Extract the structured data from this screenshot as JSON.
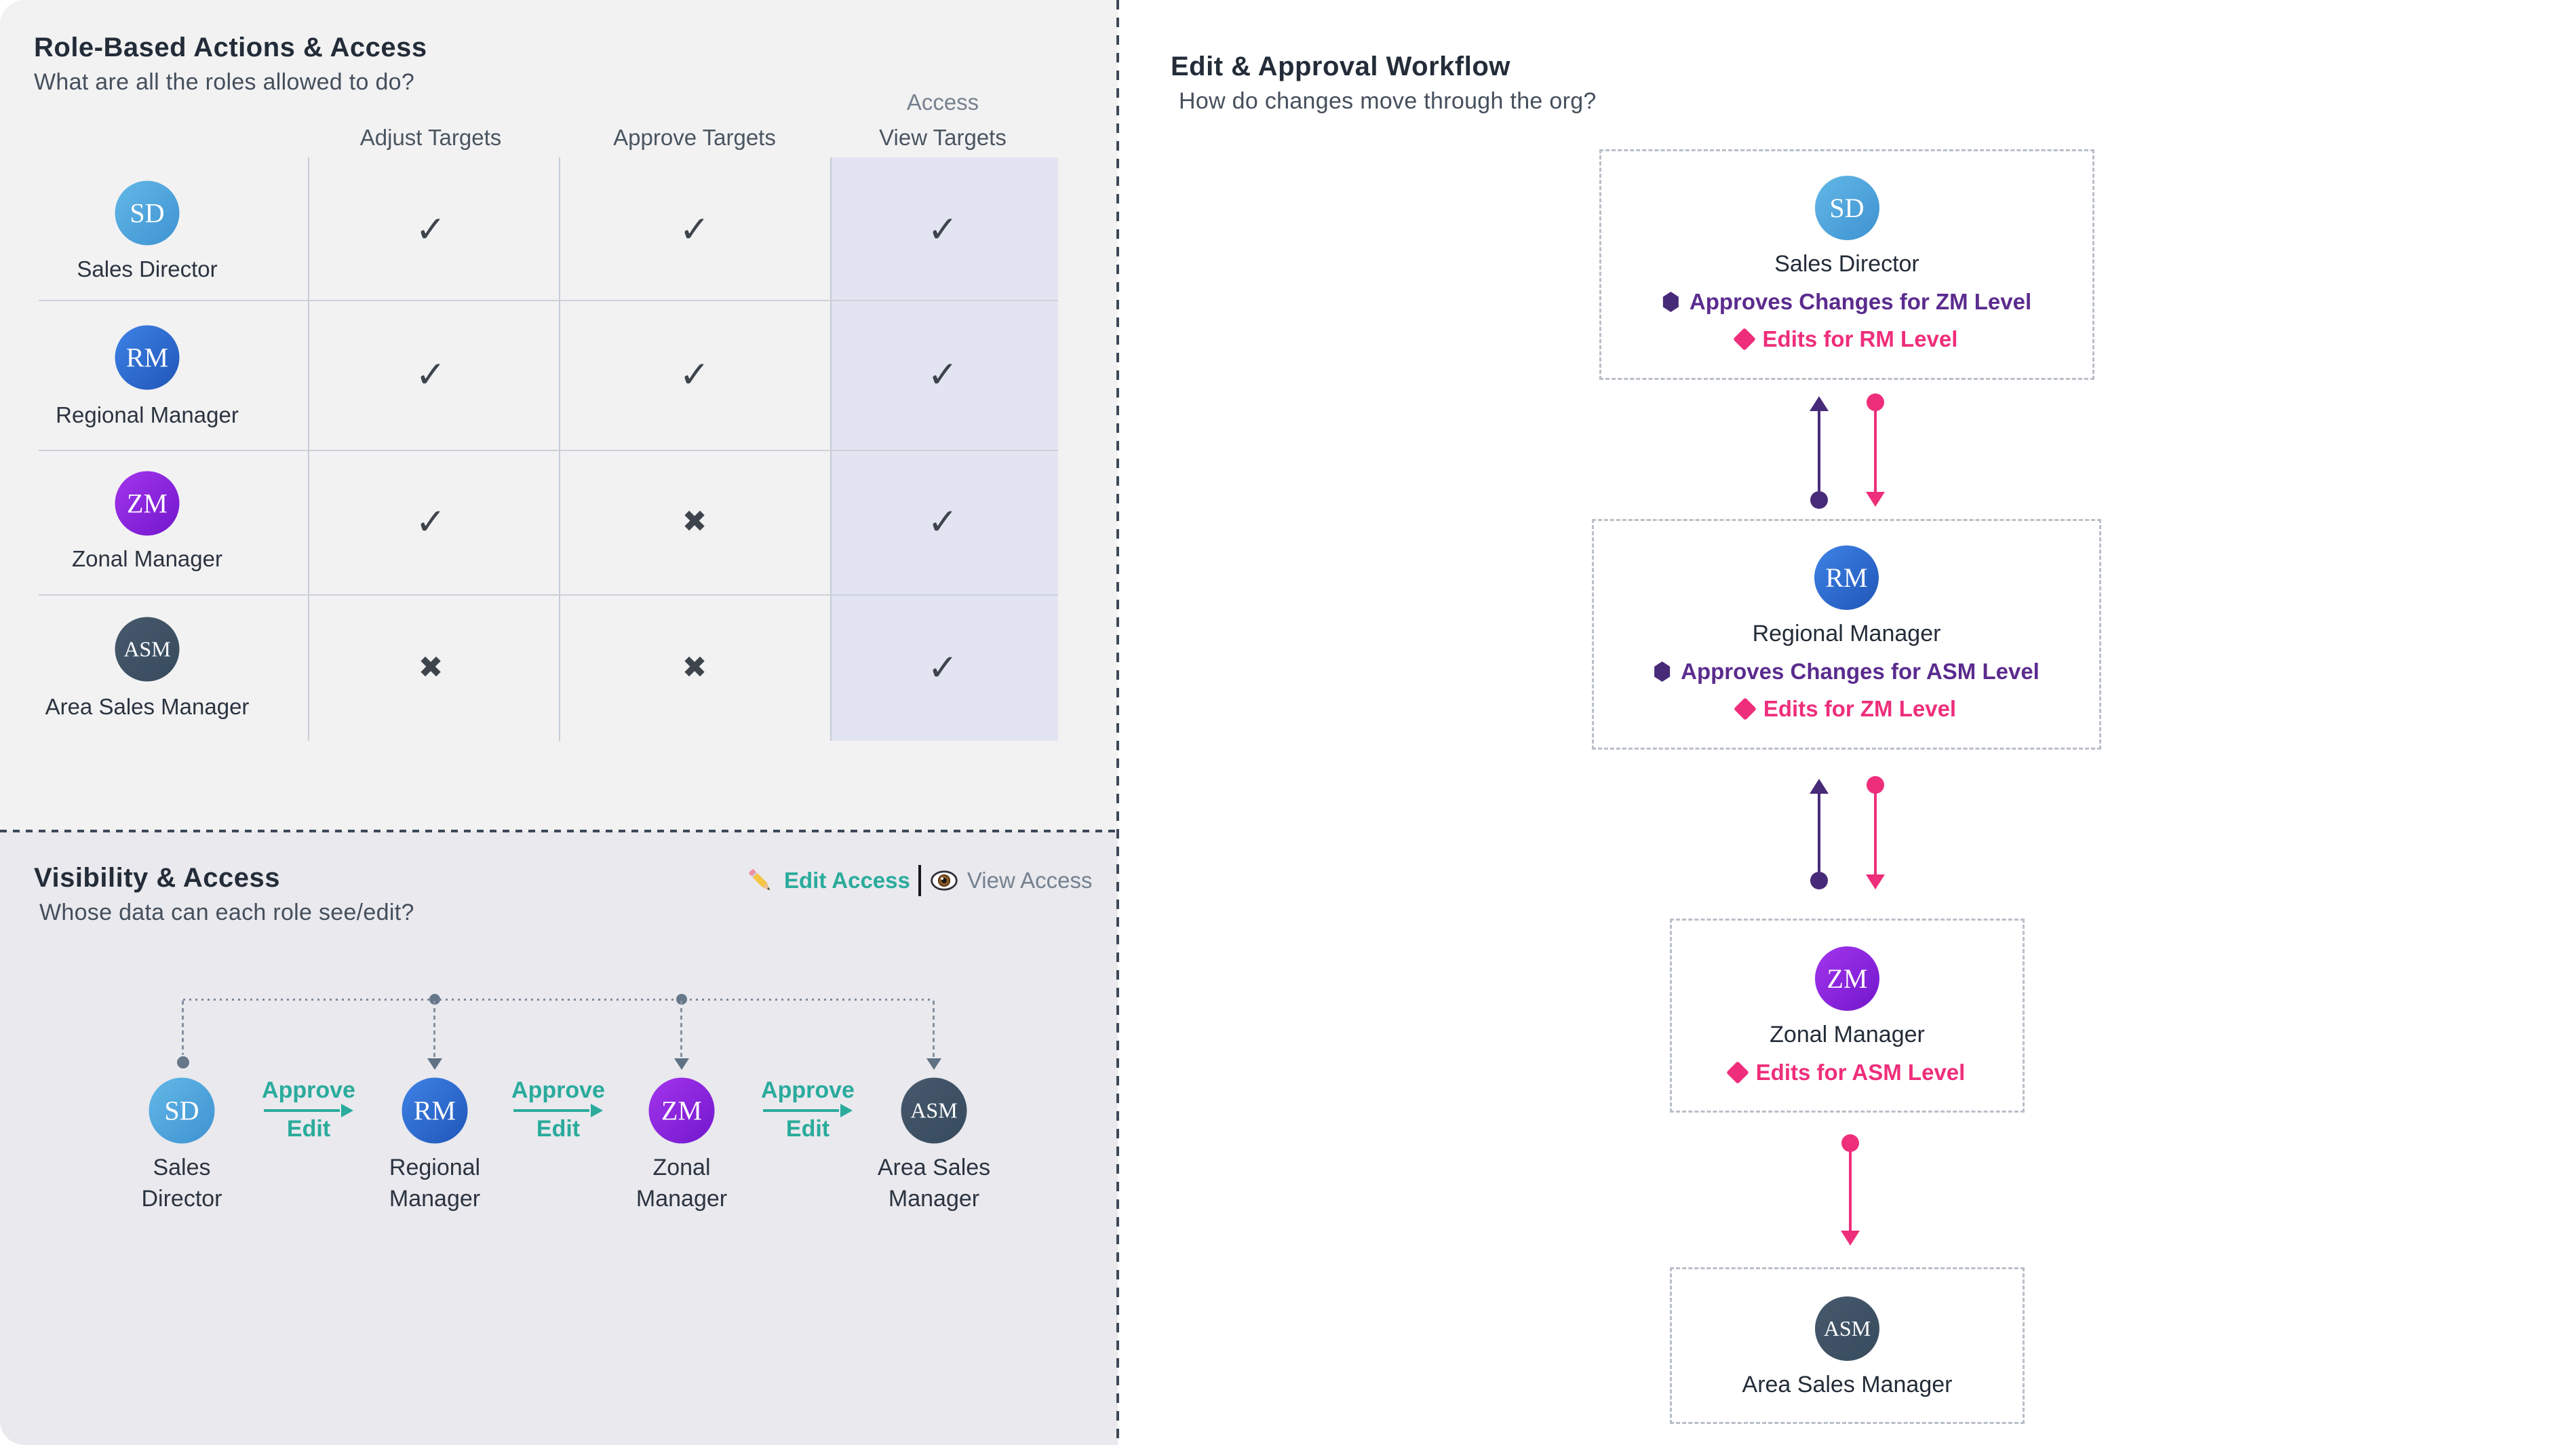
{
  "matrix": {
    "title": "Role-Based Actions & Access",
    "subtitle": "What are all the roles allowed to do?",
    "access_group_label": "Access",
    "columns": [
      "Adjust Targets",
      "Approve Targets",
      "View Targets"
    ],
    "rows": [
      {
        "initials": "SD",
        "label": "Sales Director",
        "adjust": "✓",
        "approve": "✓",
        "view": "✓"
      },
      {
        "initials": "RM",
        "label": "Regional Manager",
        "adjust": "✓",
        "approve": "✓",
        "view": "✓"
      },
      {
        "initials": "ZM",
        "label": "Zonal Manager",
        "adjust": "✓",
        "approve": "✖",
        "view": "✓"
      },
      {
        "initials": "ASM",
        "label": "Area Sales Manager",
        "adjust": "✖",
        "approve": "✖",
        "view": "✓"
      }
    ]
  },
  "visibility": {
    "title": "Visibility & Access",
    "subtitle": "Whose data can each role see/edit?",
    "legend": {
      "edit": "Edit Access",
      "separator": "|",
      "view": "View Access"
    },
    "arrow_approve": "Approve",
    "arrow_edit": "Edit",
    "nodes": [
      {
        "initials": "SD",
        "line1": "Sales",
        "line2": "Director"
      },
      {
        "initials": "RM",
        "line1": "Regional",
        "line2": "Manager"
      },
      {
        "initials": "ZM",
        "line1": "Zonal",
        "line2": "Manager"
      },
      {
        "initials": "ASM",
        "line1": "Area Sales",
        "line2": "Manager"
      }
    ]
  },
  "workflow": {
    "title": "Edit & Approval Workflow",
    "subtitle": "How do changes move through the org?",
    "boxes": [
      {
        "initials": "SD",
        "label": "Sales Director",
        "approves": "Approves Changes for ZM Level",
        "edits": "Edits for RM Level"
      },
      {
        "initials": "RM",
        "label": "Regional Manager",
        "approves": "Approves Changes for ASM Level",
        "edits": "Edits for ZM Level"
      },
      {
        "initials": "ZM",
        "label": "Zonal Manager",
        "edits": "Edits for ASM Level"
      },
      {
        "initials": "ASM",
        "label": "Area Sales Manager"
      }
    ]
  },
  "colors": {
    "sd_gradient_start": "#63b8e7",
    "sd_gradient_end": "#3e92d1",
    "rm_gradient_start": "#3e82e6",
    "rm_gradient_end": "#2056b8",
    "zm_gradient_start": "#a335ec",
    "zm_gradient_end": "#7217cd",
    "asm": "#415467",
    "teal": "#2aab9c",
    "pink": "#ee2e7b",
    "purple_text": "#5b2b8e",
    "purple_arrow": "#472a78",
    "highlight_column": "#e3e4f1",
    "mark": "#3e444b",
    "panel_top_left": "#f2f2f3",
    "panel_bottom_left": "#e9e9ee",
    "panel_right": "#eef0f3"
  }
}
